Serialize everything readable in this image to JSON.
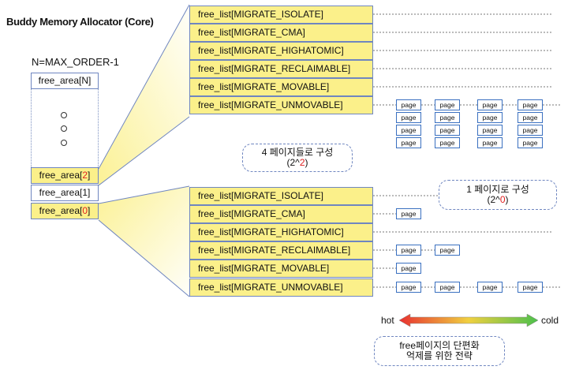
{
  "title": "Buddy Memory Allocator (Core)",
  "order_label": "N=MAX_ORDER-1",
  "free_areas": {
    "n": "free_area[N]",
    "dots": [
      "o",
      "o",
      "o"
    ],
    "a2_prefix": "free_area[",
    "a2_index": "2",
    "a2_suffix": "]",
    "a1": "free_area[1]",
    "a0_prefix": "free_area[",
    "a0_index": "0",
    "a0_suffix": "]"
  },
  "upper_lists": [
    "free_list[MIGRATE_ISOLATE]",
    "free_list[MIGRATE_CMA]",
    "free_list[MIGRATE_HIGHATOMIC]",
    "free_list[MIGRATE_RECLAIMABLE]",
    "free_list[MIGRATE_MOVABLE]",
    "free_list[MIGRATE_UNMOVABLE]"
  ],
  "lower_lists": [
    "free_list[MIGRATE_ISOLATE]",
    "free_list[MIGRATE_CMA]",
    "free_list[MIGRATE_HIGHATOMIC]",
    "free_list[MIGRATE_RECLAIMABLE]",
    "free_list[MIGRATE_MOVABLE]",
    "free_list[MIGRATE_UNMOVABLE]"
  ],
  "page_label": "page",
  "callout_order2": {
    "line1": "4 페이지들로 구성",
    "line2_prefix": "(2^",
    "line2_num": "2",
    "line2_suffix": ")"
  },
  "callout_order0": {
    "line1": "1 페이지로 구성",
    "line2_prefix": "(2^",
    "line2_num": "0",
    "line2_suffix": ")"
  },
  "gradient": {
    "hot": "hot",
    "cold": "cold",
    "hot_color": "#e83030",
    "cold_color": "#4cc04c"
  },
  "callout_frag": {
    "line1": "free페이지의 단편화",
    "line2": "억제를 위한 전략"
  },
  "colors": {
    "list_fill": "#fbf08a",
    "border": "#6f86c0",
    "accent_red": "#e02020"
  }
}
